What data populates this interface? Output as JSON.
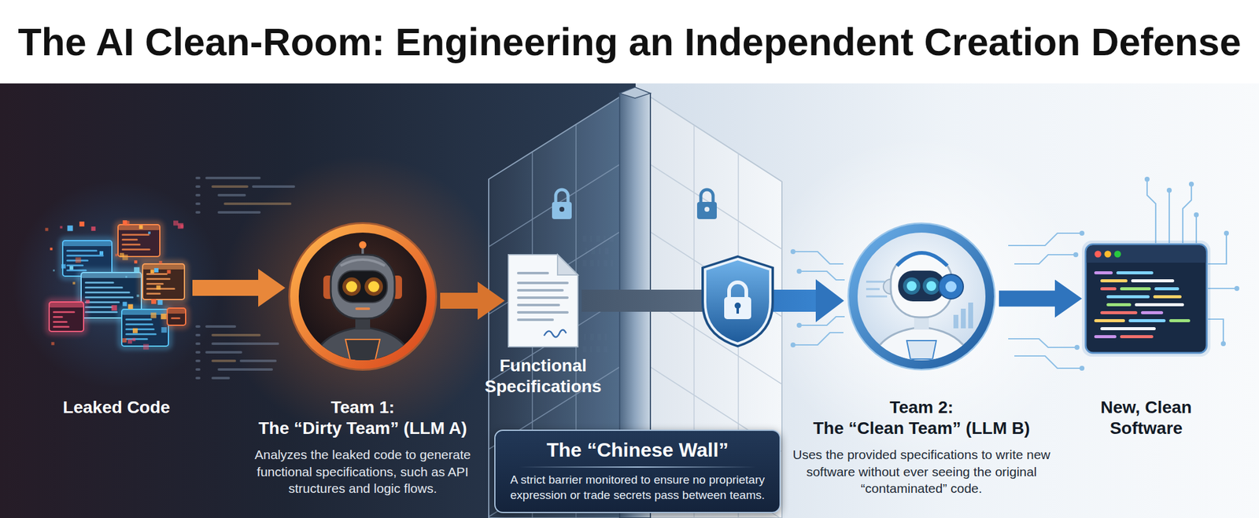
{
  "diagram": {
    "title": "The AI Clean-Room: Engineering an Independent Creation Defense",
    "nodes": [
      {
        "text": [
          "Leaked Code"
        ]
      },
      {
        "text": [
          "Team 1: The “Dirty Team” (LLM A)",
          "Analyzes the leaked code to generate functional specifications, such as API structures and logic flows."
        ]
      },
      {
        "text": [
          "Functional Specifications"
        ]
      },
      {
        "text": [
          "The “Chinese Wall”",
          "A strict barrier monitored to ensure no proprietary expression or trade secrets pass between teams."
        ]
      },
      {
        "text": [
          "Team 2: The “Clean Team” (LLM B)",
          "Uses the provided specifications to write new software without ever seeing the original “contaminated” code."
        ]
      },
      {
        "text": [
          "New, Clean Software"
        ]
      }
    ],
    "edges": [
      {
        "from": 0,
        "to": 1,
        "arrow": "to"
      },
      {
        "from": 1,
        "to": 2,
        "arrow": "to"
      },
      {
        "from": 2,
        "to": 4,
        "arrow": "to"
      },
      {
        "from": 4,
        "to": 5,
        "arrow": "to"
      }
    ]
  }
}
